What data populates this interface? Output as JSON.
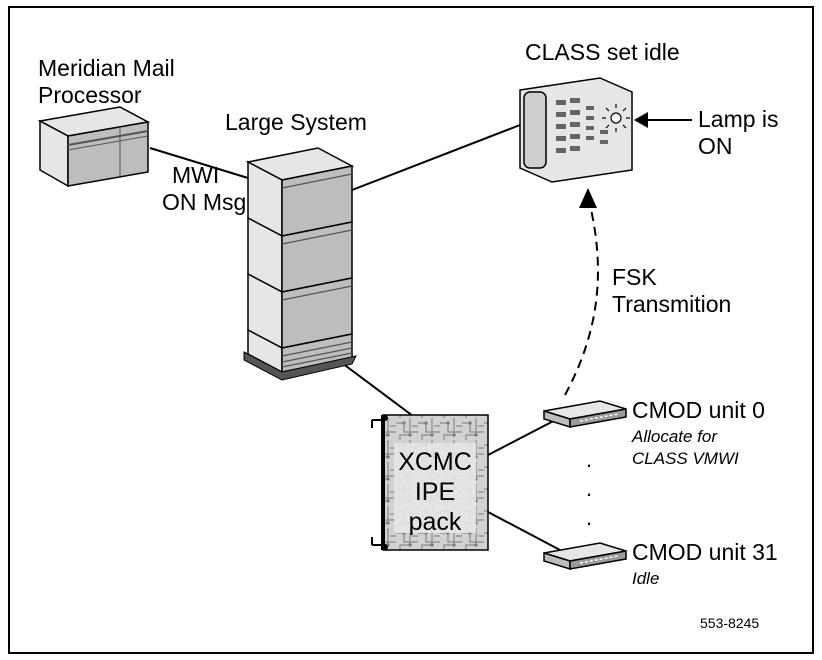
{
  "labels": {
    "mail_line1": "Meridian Mail",
    "mail_line2": "Processor",
    "large_system": "Large System",
    "mwi_line1": "MWI",
    "mwi_line2": "ON Msg",
    "class_set": "CLASS set idle",
    "lamp_line1": "Lamp is",
    "lamp_line2": "ON",
    "fsk_line1": "FSK",
    "fsk_line2": "Transmition",
    "pack_line1": "XCMC",
    "pack_line2": "IPE",
    "pack_line3": "pack",
    "cmod0": "CMOD unit 0",
    "cmod0_sub1": "Allocate for",
    "cmod0_sub2": "CLASS VMWI",
    "cmod31": "CMOD unit 31",
    "cmod31_sub": "Idle",
    "figure_number": "553-8245",
    "ellipsis_dot": "."
  },
  "colors": {
    "line": "#000000",
    "device_face": "#e6e6e6",
    "device_side": "#bdbdbd",
    "device_dark": "#555555",
    "circuit_board": "#d2d2d2"
  }
}
